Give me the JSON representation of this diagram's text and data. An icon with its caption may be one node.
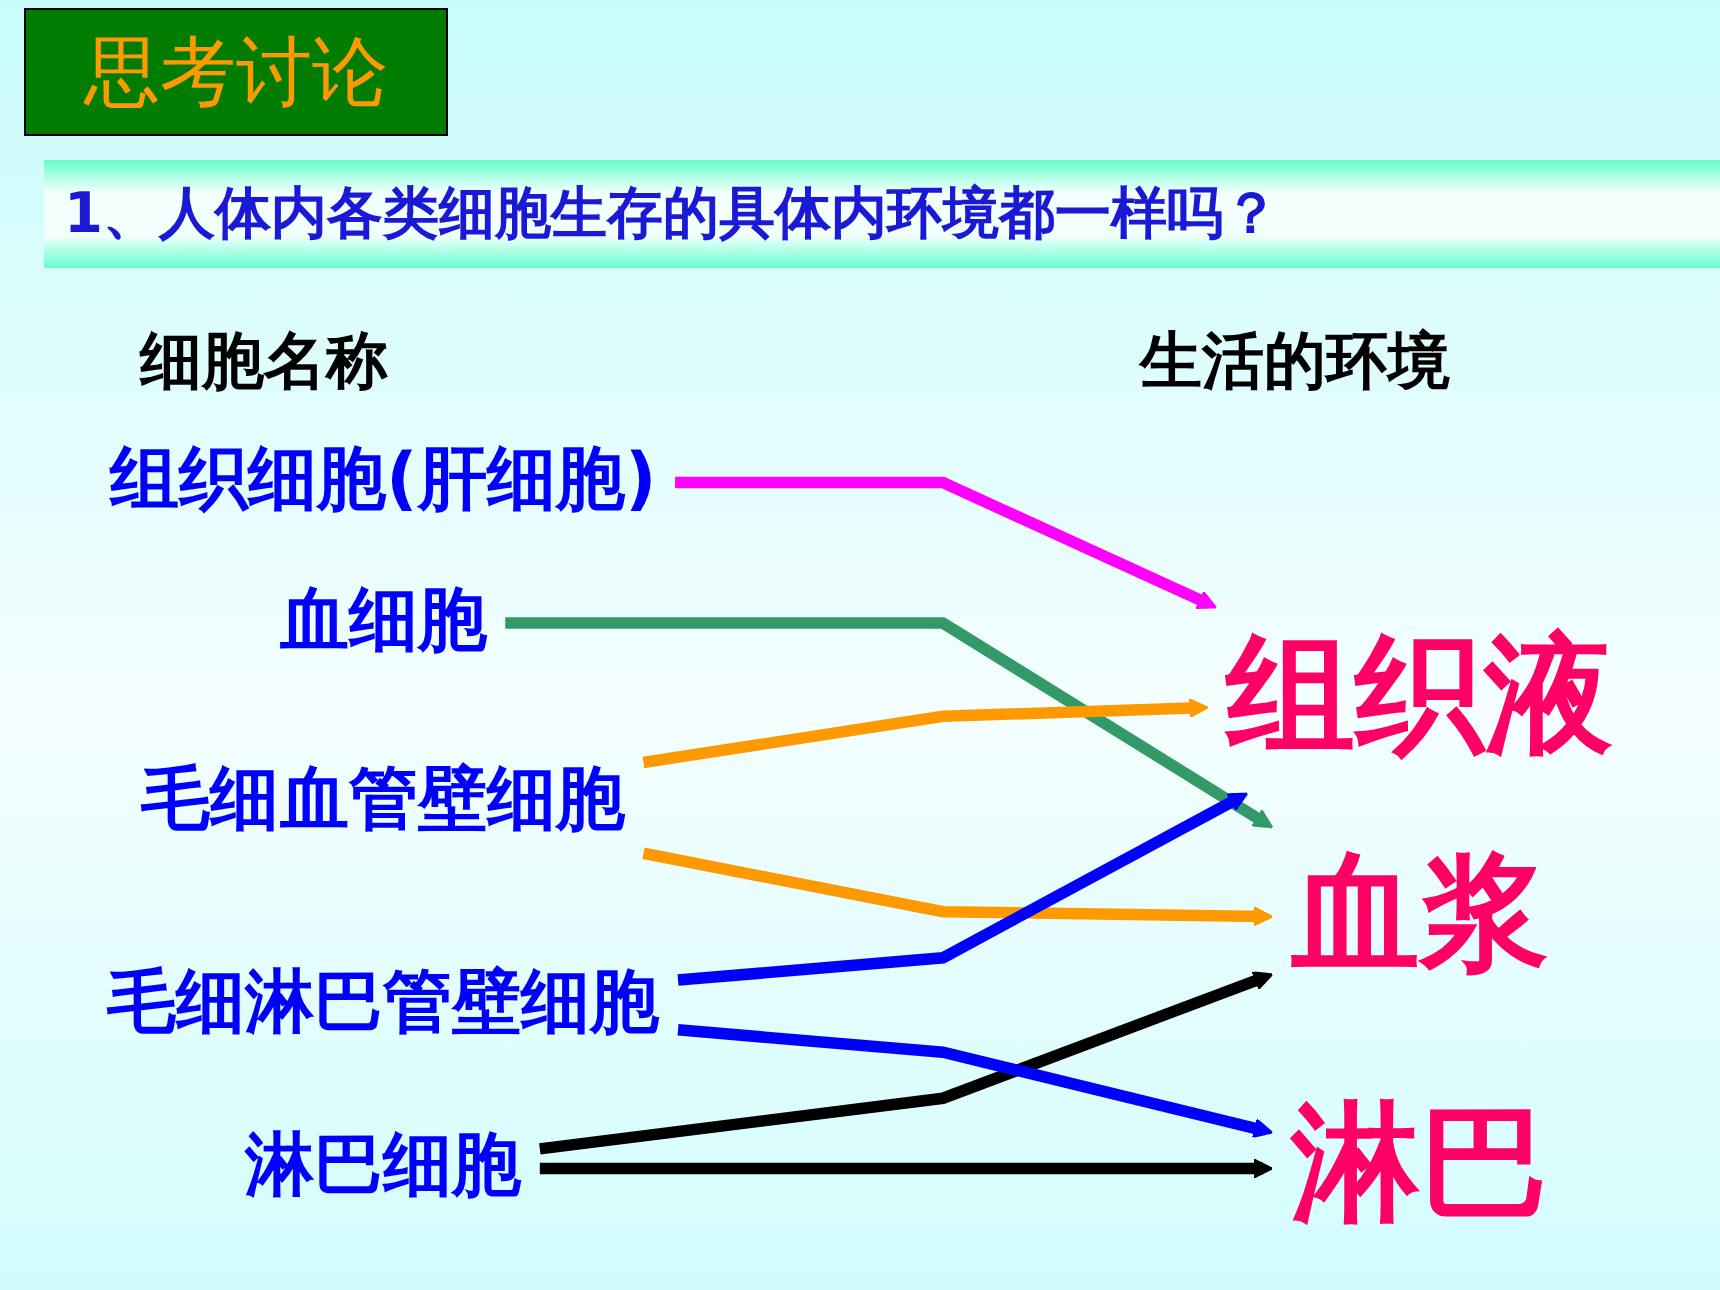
{
  "diagram": {
    "title": "思考讨论",
    "nodes": [
      {
        "text": [
          "组织细胞(肝细胞)"
        ]
      },
      {
        "text": [
          "血细胞"
        ]
      },
      {
        "text": [
          "淋巴细胞"
        ]
      },
      {
        "text": [
          "毛细血管壁细胞"
        ]
      },
      {
        "text": [
          "毛细淋巴管壁细胞"
        ]
      },
      {
        "text": [
          "组织液"
        ]
      },
      {
        "text": [
          "血浆"
        ]
      },
      {
        "text": [
          "淋巴"
        ]
      }
    ],
    "edges": [
      {
        "from": 0,
        "to": 5,
        "arrow": "to",
        "color": "#ff00ff"
      },
      {
        "from": 1,
        "to": 6,
        "arrow": "to",
        "color": "#339966"
      },
      {
        "from": 2,
        "to": 6,
        "arrow": "to",
        "color": "#000000"
      },
      {
        "from": 2,
        "to": 7,
        "arrow": "to",
        "color": "#000000"
      },
      {
        "from": 3,
        "to": 5,
        "arrow": "to",
        "color": "#ff9900"
      },
      {
        "from": 3,
        "to": 6,
        "arrow": "to",
        "color": "#ff9900"
      },
      {
        "from": 4,
        "to": 5,
        "arrow": "to",
        "color": "#0000ff"
      },
      {
        "from": 4,
        "to": 7,
        "arrow": "to",
        "color": "#0000ff"
      }
    ],
    "labels": [
      "1、人体内各类细胞生存的具体内环境都一样吗？",
      "细胞名称",
      "生活的环境"
    ]
  }
}
